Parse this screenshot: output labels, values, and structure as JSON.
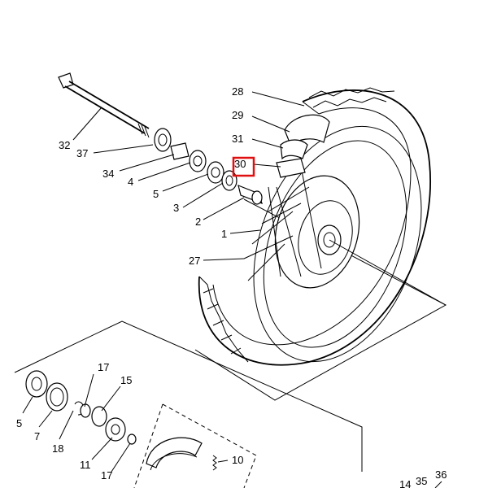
{
  "diagram": {
    "callouts": [
      "28",
      "29",
      "31",
      "30",
      "32",
      "37",
      "34",
      "4",
      "5",
      "3",
      "2",
      "1",
      "27",
      "17",
      "15",
      "5",
      "7",
      "18",
      "11",
      "17",
      "10",
      "14",
      "35",
      "36"
    ],
    "highlight_color": "#e01010"
  }
}
